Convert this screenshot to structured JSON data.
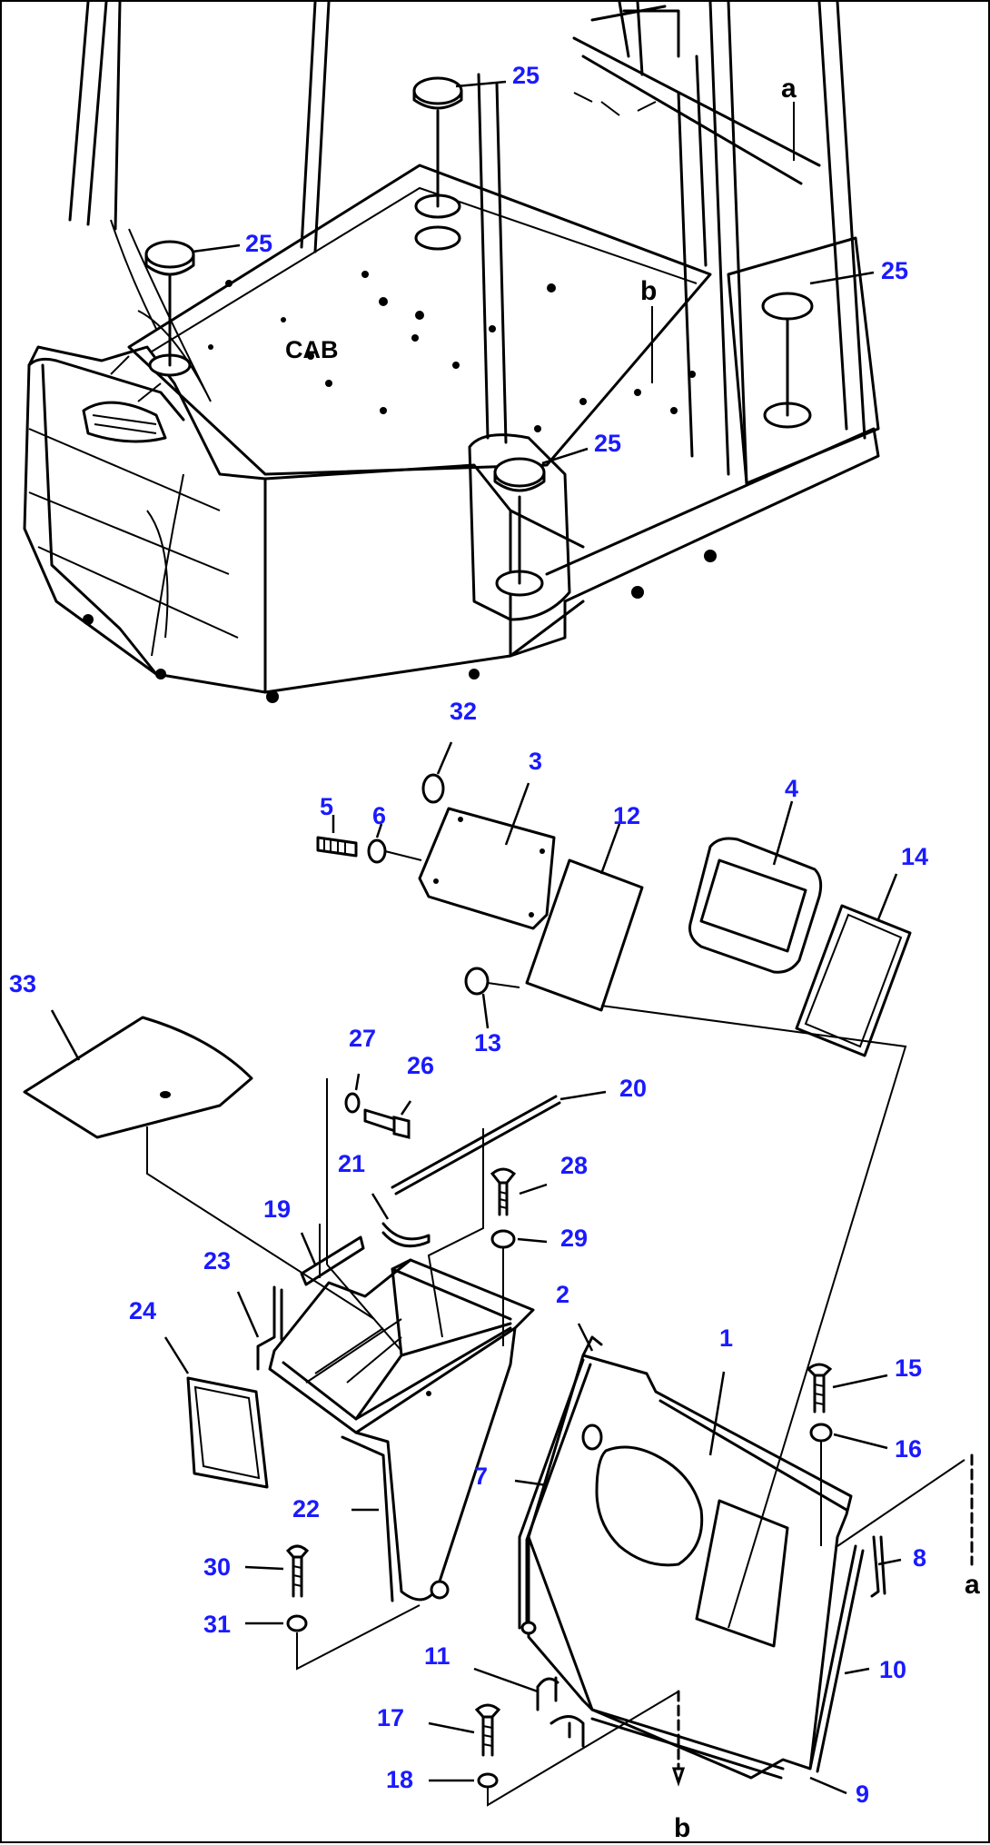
{
  "cab_label": "CAB",
  "callouts": {
    "c25a": "25",
    "c25b": "25",
    "c25c": "25",
    "c25d": "25",
    "c32": "32",
    "c3": "3",
    "c4": "4",
    "c5": "5",
    "c6": "6",
    "c12": "12",
    "c14": "14",
    "c33": "33",
    "c13": "13",
    "c27": "27",
    "c26": "26",
    "c20": "20",
    "c21": "21",
    "c28": "28",
    "c19": "19",
    "c29": "29",
    "c23": "23",
    "c2": "2",
    "c1": "1",
    "c24": "24",
    "c15": "15",
    "c16": "16",
    "c7": "7",
    "c22": "22",
    "c8": "8",
    "c30": "30",
    "c31": "31",
    "c11": "11",
    "c10": "10",
    "c17": "17",
    "c18": "18",
    "c9": "9"
  },
  "letters": {
    "a_top": "a",
    "b_top": "b",
    "a_bottom": "a",
    "b_bottom": "b"
  },
  "colors": {
    "callout": "#1a1aff",
    "line": "#000000"
  }
}
